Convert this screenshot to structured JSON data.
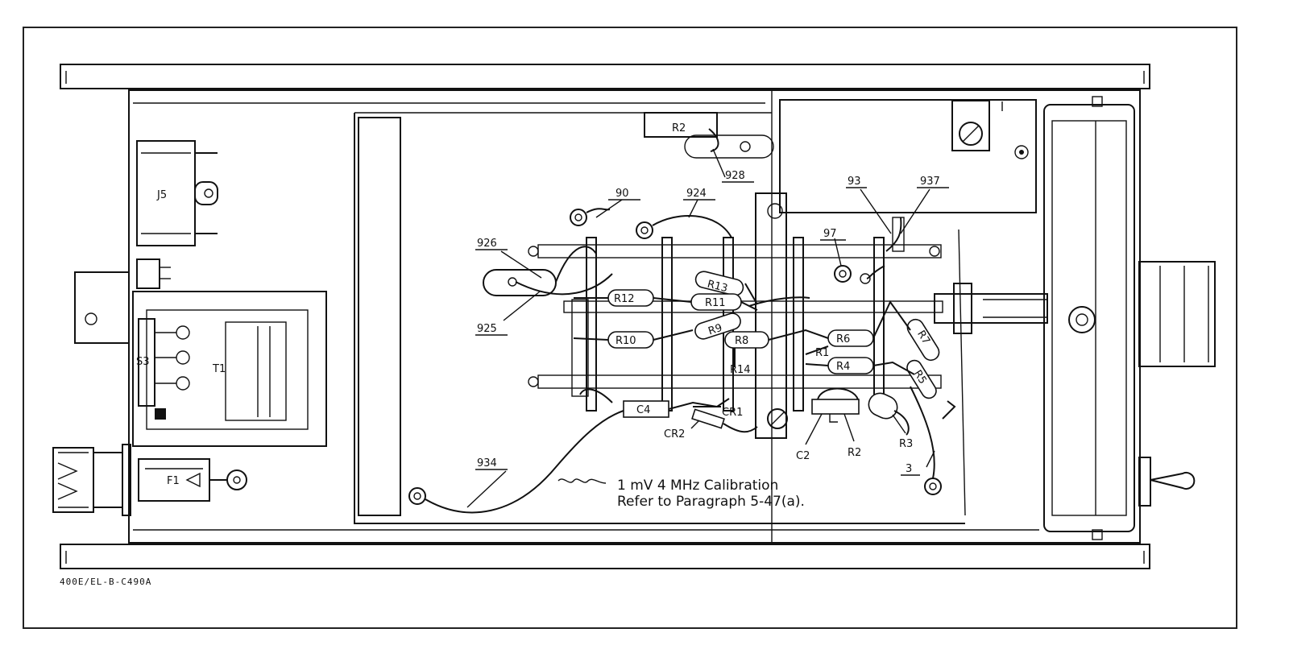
{
  "drawing_code": "400E/EL-B-C490A",
  "note": {
    "line1": "1 mV 4 MHz Calibration",
    "line2": "Refer to Paragraph 5-47(a)."
  },
  "components": {
    "J5": "J5",
    "S3": "S3",
    "T1": "T1",
    "F1": "F1",
    "R2_top": "R2",
    "R12": "R12",
    "R13": "R13",
    "R11": "R11",
    "R10": "R10",
    "R9": "R9",
    "R8": "R8",
    "R14": "R14",
    "R6": "R6",
    "R1": "R1",
    "R4": "R4",
    "R7": "R7",
    "R5": "R5",
    "C4": "C4",
    "CR1": "CR1",
    "CR2": "CR2",
    "C2": "C2",
    "R2_bottom": "R2",
    "R3": "R3"
  },
  "wires": {
    "w90": "90",
    "w924": "924",
    "w926": "926",
    "w925": "925",
    "w928": "928",
    "w93": "93",
    "w937": "937",
    "w97": "97",
    "w934": "934",
    "w3": "3"
  }
}
